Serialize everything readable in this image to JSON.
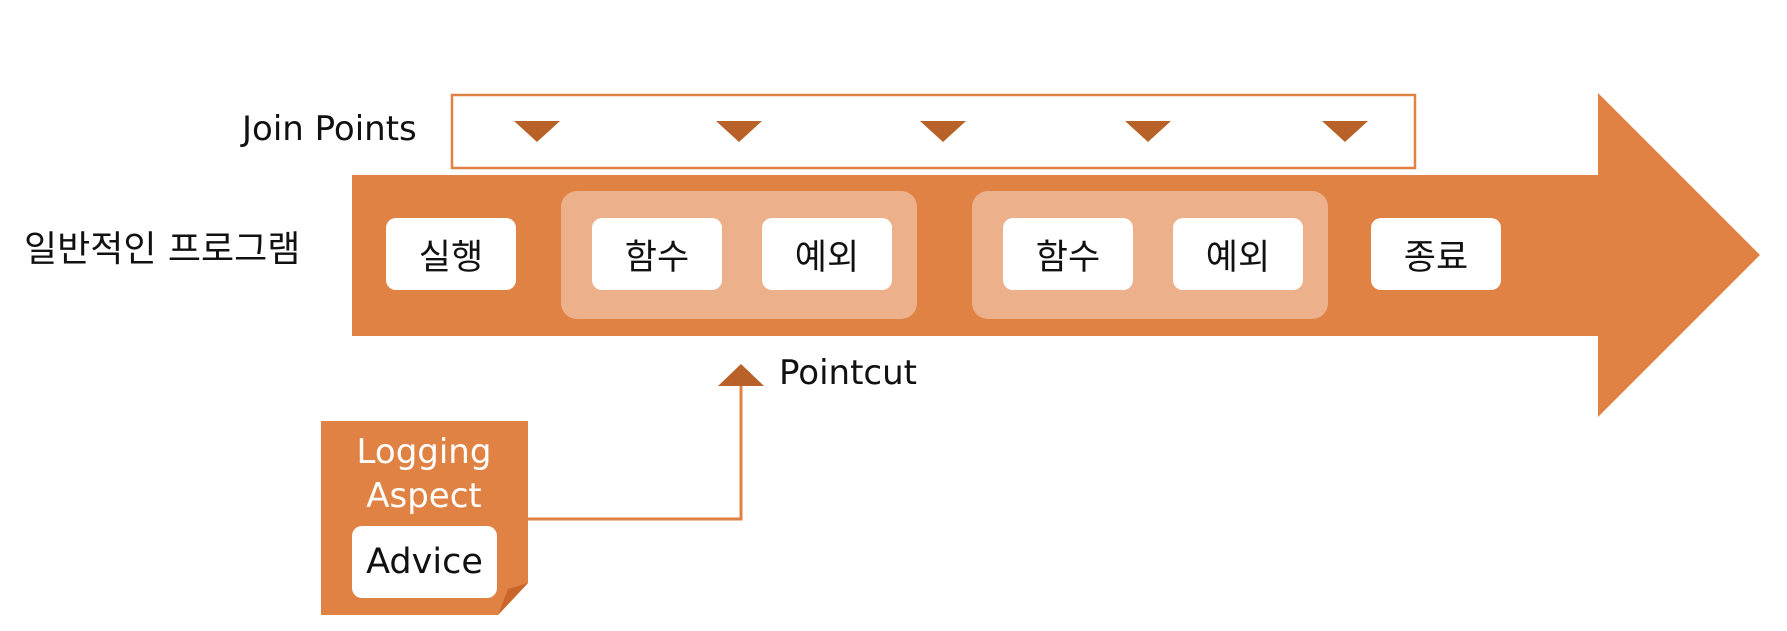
{
  "join_points": {
    "label": "Join Points",
    "marker_count": 5
  },
  "program": {
    "label": "일반적인 프로그램",
    "start": "실행",
    "groups": [
      {
        "func": "함수",
        "exception": "예외"
      },
      {
        "func": "함수",
        "exception": "예외"
      }
    ],
    "end": "종료"
  },
  "pointcut": {
    "label": "Pointcut"
  },
  "aspect": {
    "title_line1": "Logging",
    "title_line2": "Aspect",
    "advice": "Advice"
  },
  "colors": {
    "arrow": "#e08243",
    "group": "#ecb18a",
    "marker": "#b8622a",
    "outline": "#e08243"
  }
}
